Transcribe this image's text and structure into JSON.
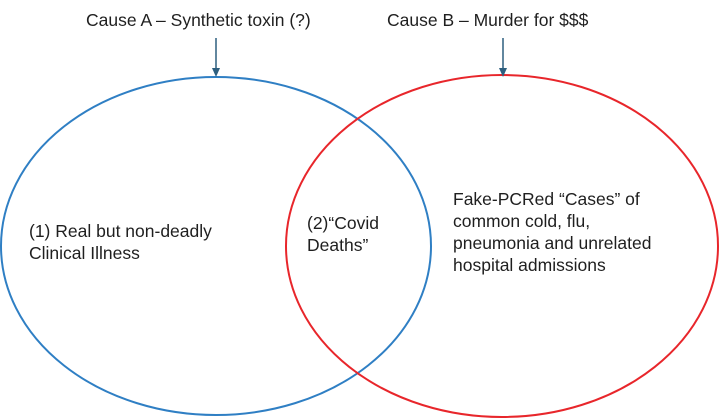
{
  "labels": {
    "cause_a": "Cause A – Synthetic toxin (?)",
    "cause_b": "Cause B – Murder for $$$"
  },
  "regions": {
    "left": [
      "(1) Real but non-deadly",
      "Clinical Illness"
    ],
    "overlap": [
      "(2)“Covid",
      "Deaths”"
    ],
    "right": [
      "Fake-PCRed “Cases” of",
      "common cold, flu,",
      "pneumonia and unrelated",
      "hospital admissions"
    ]
  },
  "colors": {
    "circle_a": "#2f7fc4",
    "circle_b": "#e8262b",
    "arrow": "#2e5f7f",
    "text": "#1f1f1f"
  }
}
